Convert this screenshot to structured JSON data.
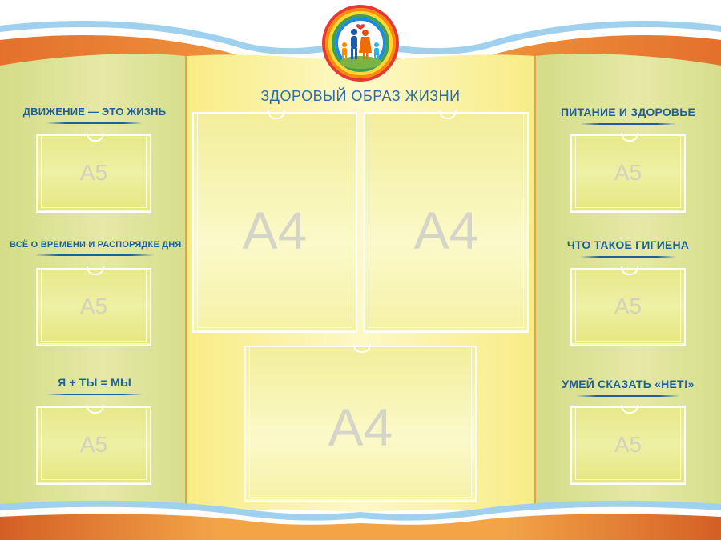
{
  "main_title": "ЗДОРОВЫЙ ОБРАЗ ЖИЗНИ",
  "left_panel": {
    "sections": [
      {
        "title": "ДВИЖЕНИЕ — ЭТО ЖИЗНЬ",
        "pocket_label": "А5"
      },
      {
        "title": "ВСЁ О ВРЕМЕНИ И РАСПОРЯДКЕ ДНЯ",
        "pocket_label": "А5"
      },
      {
        "title": "Я + ТЫ = МЫ",
        "pocket_label": "А5"
      }
    ]
  },
  "right_panel": {
    "sections": [
      {
        "title": "ПИТАНИЕ И ЗДОРОВЬЕ",
        "pocket_label": "А5"
      },
      {
        "title": "ЧТО ТАКОЕ ГИГИЕНА",
        "pocket_label": "А5"
      },
      {
        "title": "УМЕЙ СКАЗАТЬ «НЕТ!»",
        "pocket_label": "А5"
      }
    ]
  },
  "center_panel": {
    "pockets": [
      {
        "label": "А4"
      },
      {
        "label": "А4"
      },
      {
        "label": "А4"
      }
    ]
  },
  "logo": {
    "icon": "family-rainbow-icon"
  },
  "colors": {
    "side_panel": "#dbe295",
    "center_panel": "#fbf4a5",
    "orange_band": "#e98b2f",
    "blue_band": "#8ec6ea",
    "title_text": "#1d5f9b"
  }
}
